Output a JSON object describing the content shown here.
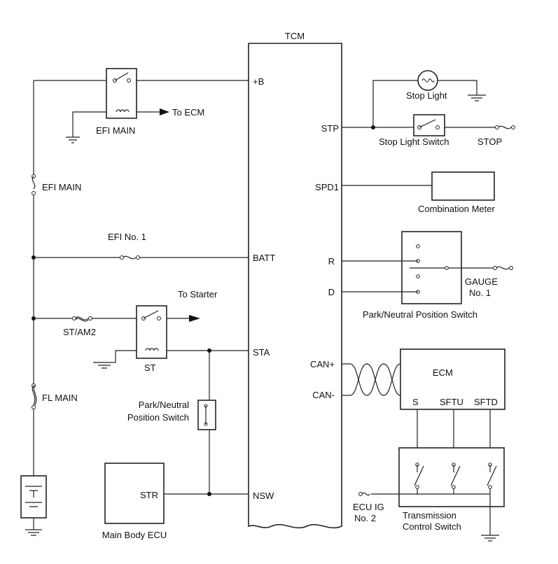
{
  "tcm": {
    "title": "TCM",
    "pins_left": {
      "b": "+B",
      "batt": "BATT",
      "sta": "STA",
      "nsw": "NSW"
    },
    "pins_right": {
      "stp": "STP",
      "spd1": "SPD1",
      "r": "R",
      "d": "D",
      "can_plus": "CAN+",
      "can_minus": "CAN-"
    }
  },
  "left_side": {
    "efi_main_relay": "EFI MAIN",
    "to_ecm": "To ECM",
    "efi_main_fuse": "EFI MAIN",
    "efi_no1_fuse": "EFI No. 1",
    "to_starter": "To Starter",
    "st_am2_fuse": "ST/AM2",
    "st_relay": "ST",
    "fl_main_fuse": "FL MAIN",
    "pn_switch_line1": "Park/Neutral",
    "pn_switch_line2": "Position Switch",
    "main_body_ecu": "Main Body ECU",
    "str_pin": "STR"
  },
  "right_side": {
    "stop_light": "Stop Light",
    "stop_light_switch": "Stop Light Switch",
    "stop_fuse": "STOP",
    "combination_meter": "Combination Meter",
    "gauge_fuse_line1": "GAUGE",
    "gauge_fuse_line2": "No. 1",
    "pn_switch": "Park/Neutral Position Switch",
    "ecm": "ECM",
    "ecm_pin_s": "S",
    "ecm_pin_sftu": "SFTU",
    "ecm_pin_sftd": "SFTD",
    "ecu_ig_line1": "ECU IG",
    "ecu_ig_line2": "No. 2",
    "tcs_line1": "Transmission",
    "tcs_line2": "Control Switch"
  }
}
